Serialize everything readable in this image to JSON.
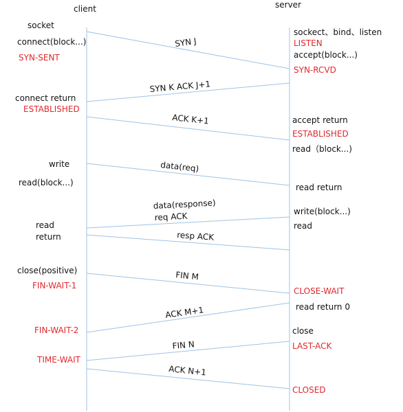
{
  "title_client": "client",
  "title_server": "server",
  "colors": {
    "line": "#9ec3e6",
    "state": "#e0282d",
    "text": "#111111"
  },
  "client_notes": {
    "socket": "socket",
    "connect": "connect(block...)",
    "connect_return": "connect return",
    "write": "write",
    "read_block": "read(block...)",
    "read": "read",
    "return": "return",
    "close": "close(positive)"
  },
  "client_states": {
    "syn_sent": "SYN-SENT",
    "established": "ESTABLISHED",
    "fin_wait_1": "FIN-WAIT-1",
    "fin_wait_2": "FIN-WAIT-2",
    "time_wait": "TIME-WAIT"
  },
  "server_notes": {
    "socket_bind_listen": "sockect、bind、listen",
    "accept_block": "accept(block...)",
    "accept_return": "accept return",
    "read_block": "read（block...)",
    "read_return": "read return",
    "write_block": "write(block...)",
    "read": "read",
    "read_return_0": "read return 0",
    "close": "close"
  },
  "server_states": {
    "listen": "LISTEN",
    "syn_rcvd": "SYN-RCVD",
    "established": "ESTABLISHED",
    "close_wait": "CLOSE-WAIT",
    "last_ack": "LAST-ACK",
    "closed": "CLOSED"
  },
  "messages": {
    "syn_j": "SYN J",
    "syn_k_ack": "SYN K ACK J+1",
    "ack_k": "ACK K+1",
    "data_req": "data(req)",
    "data_response": "data(response)",
    "req_ack": "req ACK",
    "resp_ack": "resp ACK",
    "fin_m": "FIN M",
    "ack_m": "ACK M+1",
    "fin_n": "FIN N",
    "ack_n": "ACK N+1"
  }
}
